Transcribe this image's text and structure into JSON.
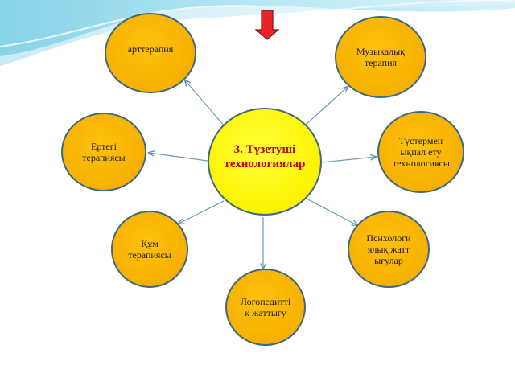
{
  "diagram": {
    "center": {
      "label": "3. Түзетуші технологиялар"
    },
    "nodes": [
      {
        "id": "art",
        "label": "арттерапия"
      },
      {
        "id": "music",
        "label": "Музыкалық терапия"
      },
      {
        "id": "tale",
        "label": "Ертегі терапиясы"
      },
      {
        "id": "mixed",
        "label": "Түстермен ықпал ету технологиясы"
      },
      {
        "id": "sand",
        "label": "Құм терапиясы"
      },
      {
        "id": "psych",
        "label": "Психологиялық жаттығулар"
      },
      {
        "id": "logo",
        "label": "Логопедиттік жаттығу"
      }
    ]
  },
  "colors": {
    "outer_fill": "#f7b000",
    "center_fill": "#fcf400",
    "center_text": "#c00000",
    "outline": "#3e6a7e",
    "arrow": "#6a9bb5",
    "top_arrow": "#e8232a",
    "wave": "#7fd1e6"
  },
  "icons": [
    "down-arrow-icon"
  ]
}
